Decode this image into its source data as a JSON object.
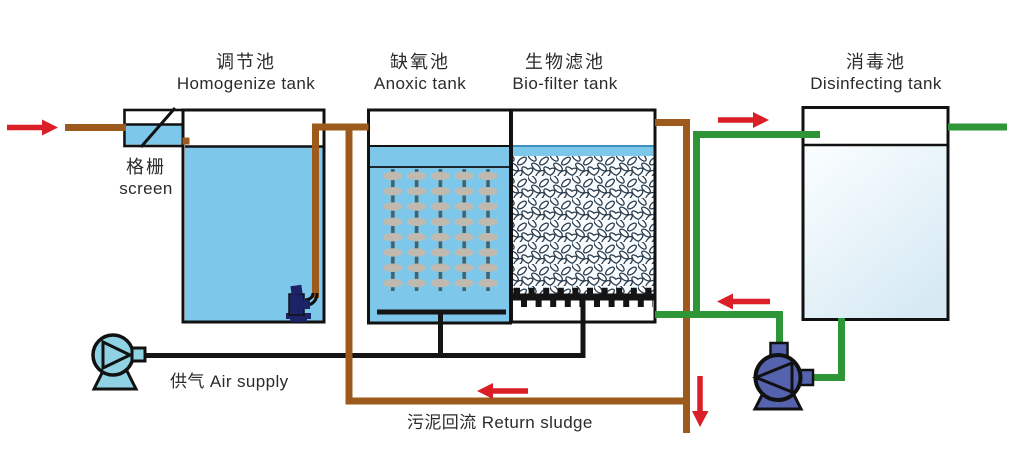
{
  "tanks": [
    {
      "id": "homogenize",
      "zh": "调节池",
      "en": "Homogenize tank"
    },
    {
      "id": "anoxic",
      "zh": "缺氧池",
      "en": "Anoxic tank"
    },
    {
      "id": "biofilter",
      "zh": "生物滤池",
      "en": "Bio-filter tank"
    },
    {
      "id": "disinfecting",
      "zh": "消毒池",
      "en": "Disinfecting tank"
    }
  ],
  "annotations": {
    "screen_zh": "格栅",
    "screen_en": "screen",
    "air_supply": "供气 Air supply",
    "return_sludge": "污泥回流 Return sludge"
  },
  "icons": {
    "air_blower": "blower-circle-with-right-triangle",
    "circulation_pump": "pump-circle-with-left-triangle",
    "submersible_pump": "submersible-pump-in-tank",
    "flow_arrows": "red-arrow"
  },
  "colors": {
    "water_blue": "#7DC8EA",
    "pipe_brown": "#9C5A1C",
    "pipe_green": "#2F9638",
    "air_pipe_black": "#141414",
    "arrow_red": "#DB1F26",
    "tank_outline": "#111111",
    "media_disc_grey": "#BFB9B0",
    "media_line_slate": "#41626F",
    "blower_blue": "#8FD2E4",
    "pump_slate_blue": "#5563AE",
    "pump_navy": "#1D2366",
    "clear_water_top": "#FBFEFF",
    "clear_water_bottom": "#D7EAF4"
  }
}
